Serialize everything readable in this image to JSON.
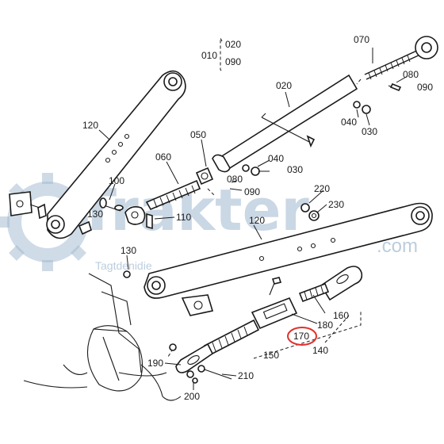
{
  "watermark": {
    "brand": "Trakter",
    "domain": ".com",
    "tagline": "Tagtdenidie"
  },
  "callouts": {
    "c010": "010",
    "c020_top": "020",
    "c090_top": "090",
    "c070": "070",
    "c080_r": "080",
    "c090_r": "090",
    "c020": "020",
    "c040_a": "040",
    "c030_a": "030",
    "c120_top": "120",
    "c050": "050",
    "c060": "060",
    "c040_b": "040",
    "c030_b": "030",
    "c080_b": "080",
    "c090_b": "090",
    "c100": "100",
    "c130_a": "130",
    "c110": "110",
    "c220": "220",
    "c230": "230",
    "c120_bot": "120",
    "c130_b": "130",
    "c160": "160",
    "c180": "180",
    "c170": "170",
    "c140": "140",
    "c150": "150",
    "c190": "190",
    "c210": "210",
    "c200": "200"
  },
  "highlight": {
    "color": "#e0302a",
    "target": "170"
  }
}
